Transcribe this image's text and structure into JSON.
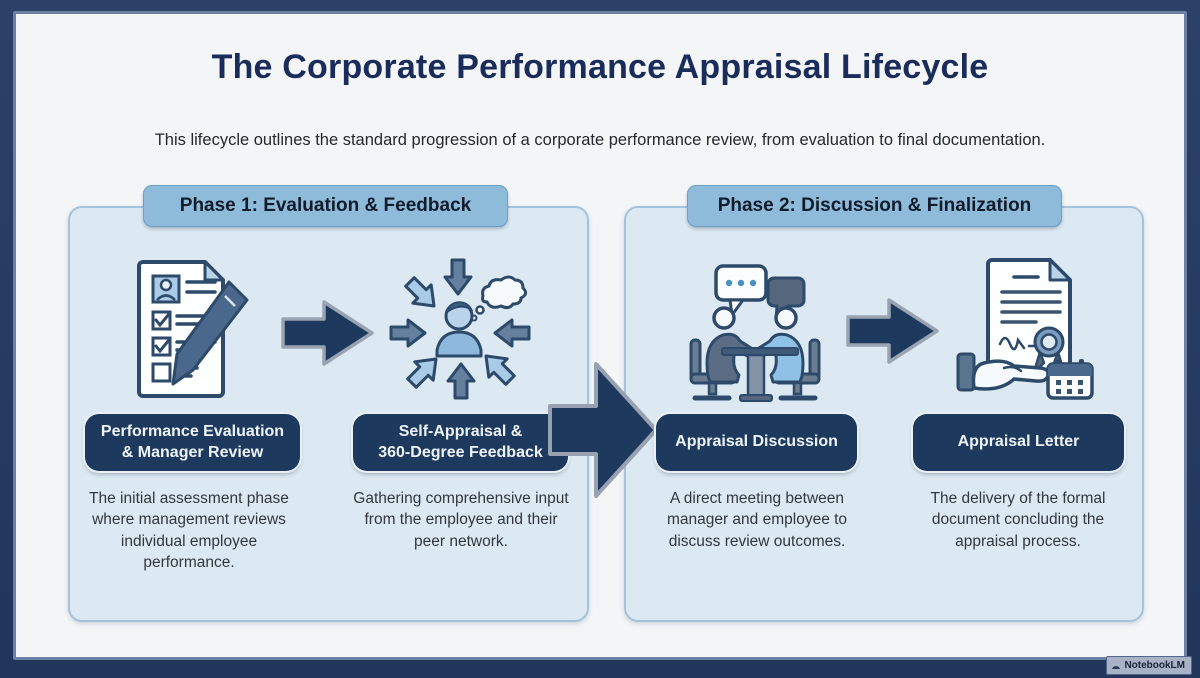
{
  "page": {
    "title": "The Corporate Performance Appraisal Lifecycle",
    "subtitle": "This lifecycle outlines the standard progression of a corporate performance review, from evaluation to final documentation.",
    "watermark_label": "NotebookLM"
  },
  "colors": {
    "frame_navy": "#24365a",
    "canvas_background": "#f3f5f7",
    "panel_blue": "#dde9f2",
    "panel_border": "#a5c3da",
    "phase_tab_blue": "#8fbbdb",
    "step_pill_navy": "#1d3a5e",
    "title_navy": "#1a2d5a",
    "arrow_navy": "#1d3a5e",
    "arrow_outline_gray": "#9aa3b2"
  },
  "phases": [
    {
      "label": "Phase 1: Evaluation & Feedback",
      "steps": [
        {
          "icon": "evaluation-checklist-icon",
          "label": "Performance Evaluation & Manager Review",
          "label_lines": [
            "Performance Evaluation",
            "& Manager Review"
          ],
          "description": "The initial assessment phase where management reviews individual employee performance."
        },
        {
          "icon": "feedback-360-icon",
          "label": "Self-Appraisal & 360-Degree Feedback",
          "label_lines": [
            "Self-Appraisal &",
            "360-Degree Feedback"
          ],
          "description": "Gathering comprehensive input from the employee and their peer network."
        }
      ]
    },
    {
      "label": "Phase 2: Discussion & Finalization",
      "steps": [
        {
          "icon": "appraisal-discussion-icon",
          "label": "Appraisal Discussion",
          "label_lines": [
            "Appraisal Discussion"
          ],
          "description": "A direct meeting between manager and employee to discuss review outcomes."
        },
        {
          "icon": "appraisal-letter-icon",
          "label": "Appraisal Letter",
          "label_lines": [
            "Appraisal Letter"
          ],
          "description": "The delivery of the formal document concluding the appraisal process."
        }
      ]
    }
  ]
}
